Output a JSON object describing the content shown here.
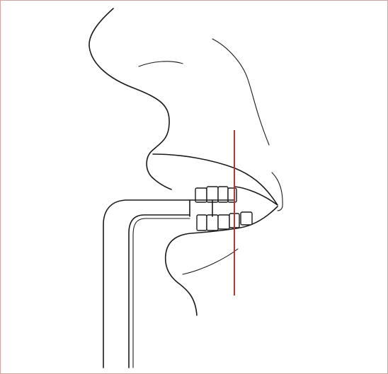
{
  "figure": {
    "background_color": "#ffffff",
    "frame_color": "#c9a79f",
    "line_color": "#1a1a1a",
    "reference_line_color": "#b03a2e"
  },
  "parts": {
    "face_profile": "face-profile-outline",
    "teeth": "upper-and-lower-teeth",
    "instrument": "bent-tube-instrument",
    "reference_line": "vertical-reference-line"
  }
}
